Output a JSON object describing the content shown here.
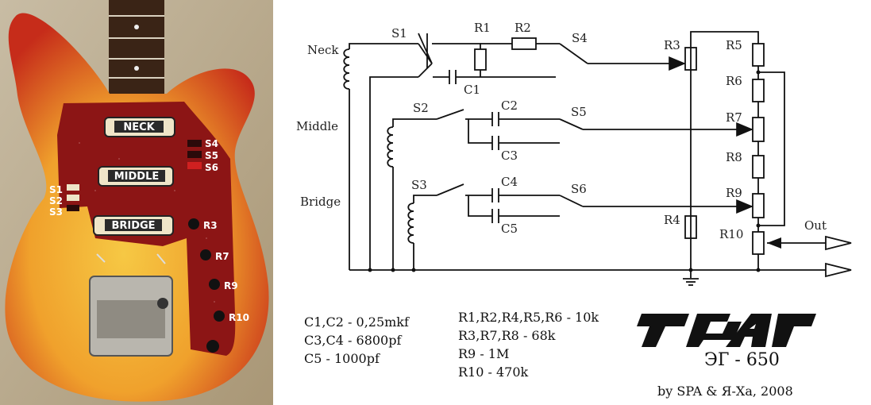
{
  "photo": {
    "pickups": [
      "NECK",
      "MIDDLE",
      "BRIDGE"
    ],
    "switches_right": [
      "S4",
      "S5",
      "S6"
    ],
    "switches_left": [
      "S1",
      "S2",
      "S3"
    ],
    "pots": [
      "R3",
      "R7",
      "R9",
      "R10"
    ]
  },
  "schematic": {
    "pickup_labels": {
      "neck": "Neck",
      "middle": "Middle",
      "bridge": "Bridge"
    },
    "switches": {
      "s1": "S1",
      "s2": "S2",
      "s3": "S3",
      "s4": "S4",
      "s5": "S5",
      "s6": "S6"
    },
    "resistors": {
      "r1": "R1",
      "r2": "R2",
      "r3": "R3",
      "r4": "R4",
      "r5": "R5",
      "r6": "R6",
      "r7": "R7",
      "r8": "R8",
      "r9": "R9",
      "r10": "R10"
    },
    "caps": {
      "c1": "C1",
      "c2": "C2",
      "c3": "C3",
      "c4": "C4",
      "c5": "C5"
    },
    "out": "Out"
  },
  "legend": {
    "caps": [
      "C1,C2 - 0,25mkf",
      "C3,C4 - 6800pf",
      "C5 - 1000pf"
    ],
    "resistors": [
      "R1,R2,R4,R5,R6 - 10k",
      "R3,R7,R8 - 68k",
      "R9 - 1M",
      "R10 - 470k"
    ]
  },
  "brand": {
    "model": "ЭГ - 650",
    "credit": "by SPA & Я-Ха, 2008"
  },
  "colors": {
    "body_red": "#c2281e",
    "body_yellow": "#f2b431",
    "pickguard": "#8c1515"
  }
}
